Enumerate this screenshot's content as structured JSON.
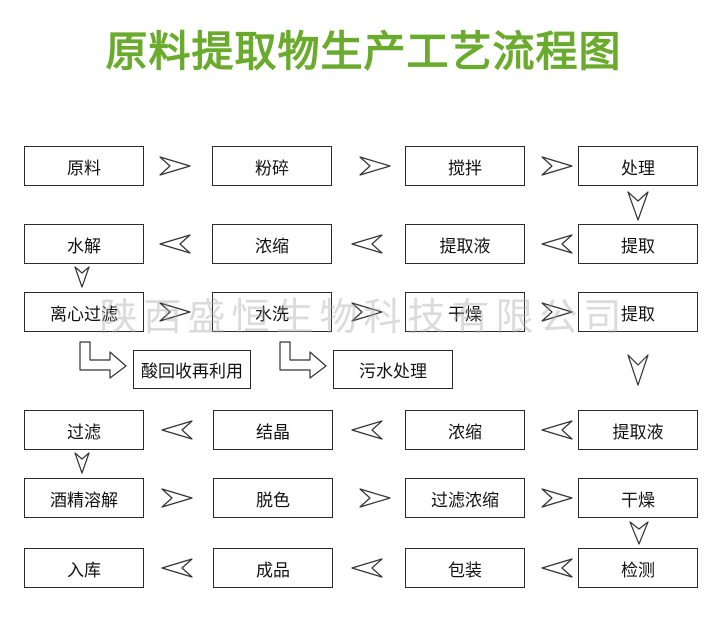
{
  "title": "原料提取物生产工艺流程图",
  "watermark": "陕西盛恒生物科技有限公司",
  "steps": {
    "r1c1": "原料",
    "r1c2": "粉碎",
    "r1c3": "搅拌",
    "r1c4": "处理",
    "r2c1": "水解",
    "r2c2": "浓缩",
    "r2c3": "提取液",
    "r2c4": "提取",
    "r3c1": "离心过滤",
    "r3c2": "水洗",
    "r3c3": "干燥",
    "r3c4": "提取",
    "acid": "酸回收再利用",
    "sewage": "污水处理",
    "r4c1": "过滤",
    "r4c2": "结晶",
    "r4c3": "浓缩",
    "r4c4": "提取液",
    "r5c1": "酒精溶解",
    "r5c2": "脱色",
    "r5c3": "过滤浓缩",
    "r5c4": "干燥",
    "r6c1": "入库",
    "r6c2": "成品",
    "r6c3": "包装",
    "r6c4": "检测"
  }
}
